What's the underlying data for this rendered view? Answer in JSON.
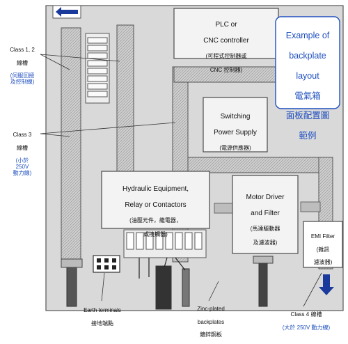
{
  "diagram": {
    "colors": {
      "background": "#d9d9d9",
      "panel": "#f3f3f3",
      "panel_border": "#4a4a4a",
      "duct": "#c7c7c7",
      "accent_blue": "#1f4fbf",
      "arrow_blue": "#1a3a9c"
    },
    "title": [
      "Example of",
      "backplate",
      "layout",
      "電氣箱",
      "面板配置圖",
      "範例"
    ],
    "components": {
      "plc": [
        "PLC or",
        "CNC controller",
        "(可程式控制器或",
        "CNC 控制器)"
      ],
      "power_supply": [
        "Switching",
        "Power Supply",
        "(電源供應器)"
      ],
      "hydraulic": [
        "Hydraulic Equipment,",
        "Relay or Contactors",
        "(油壓元件，繼電器，",
        "或接觸器)"
      ],
      "motor_driver": [
        "Motor Driver",
        "and Filter",
        "(馬達驅動器",
        "及濾波器)"
      ],
      "emi_filter": [
        "EMI Filter",
        "(雜訊",
        "濾波器)"
      ]
    },
    "labels": {
      "class12": {
        "en": "Class 1, 2",
        "zh": "線槽",
        "note": "(伺服回授\n及控制線)"
      },
      "class3": {
        "en": "Class 3",
        "zh": "線槽",
        "note": "(小於\n250V\n動力線)"
      },
      "class4": {
        "en": "Class 4 線槽",
        "note": "(大於 250V 動力線)"
      },
      "earth": {
        "en": "Earth terminals",
        "zh": "接地端點"
      },
      "zinc": {
        "en": "Zinc-plated",
        "en2": "backplates",
        "zh": "鍍鋅鋼板"
      }
    }
  }
}
